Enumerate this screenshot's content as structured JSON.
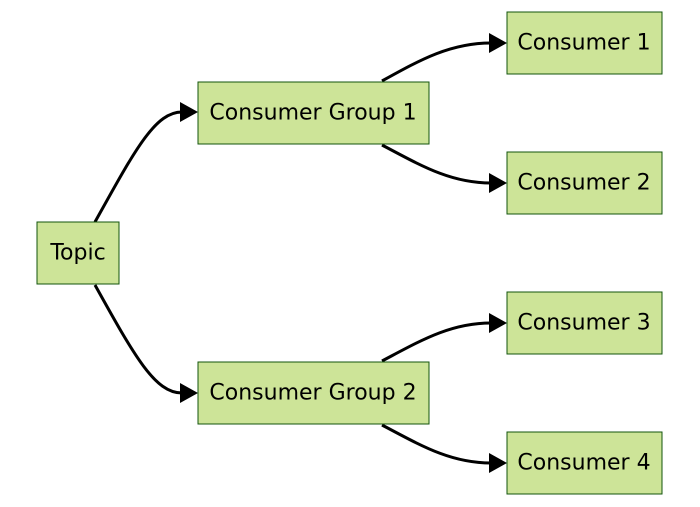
{
  "diagram": {
    "nodes": {
      "topic": "Topic",
      "group_1": "Consumer Group 1",
      "group_2": "Consumer Group 2",
      "consumer_1": "Consumer 1",
      "consumer_2": "Consumer 2",
      "consumer_3": "Consumer 3",
      "consumer_4": "Consumer 4"
    },
    "edges": [
      {
        "from": "Topic",
        "to": "Consumer Group 1"
      },
      {
        "from": "Topic",
        "to": "Consumer Group 2"
      },
      {
        "from": "Consumer Group 1",
        "to": "Consumer 1"
      },
      {
        "from": "Consumer Group 1",
        "to": "Consumer 2"
      },
      {
        "from": "Consumer Group 2",
        "to": "Consumer 3"
      },
      {
        "from": "Consumer Group 2",
        "to": "Consumer 4"
      }
    ],
    "colors": {
      "node_fill": "#cde498",
      "node_border": "#13540c",
      "edge": "#000000"
    }
  }
}
